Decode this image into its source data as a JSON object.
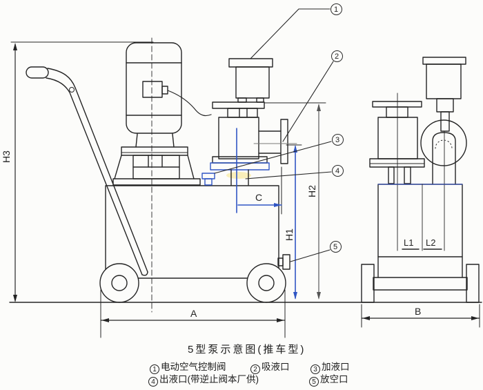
{
  "figure": {
    "title": "5型泵示意图(推车型)",
    "legend": [
      {
        "num": "1",
        "label": "电动空气控制阀"
      },
      {
        "num": "2",
        "label": "吸液口"
      },
      {
        "num": "3",
        "label": "加液口"
      },
      {
        "num": "4",
        "label": "出液口(带逆止阀本厂供)"
      },
      {
        "num": "5",
        "label": "放空口"
      }
    ],
    "dimensions": {
      "h1": "H1",
      "h2": "H2",
      "h3": "H3",
      "a": "A",
      "b": "B",
      "c": "C",
      "l1": "L1",
      "l2": "L2"
    },
    "colors": {
      "ink": "#242424",
      "blue": "#2f55c4",
      "paper": "#fcfcfa"
    }
  }
}
